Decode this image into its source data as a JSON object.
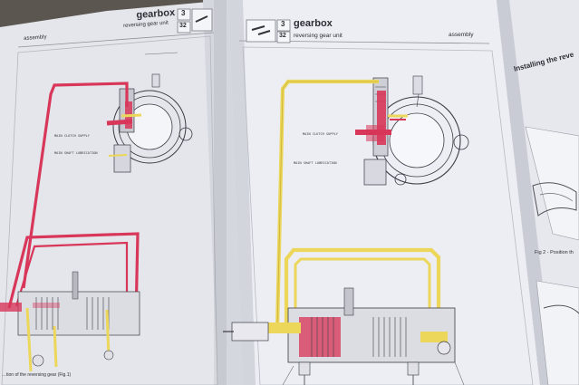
{
  "left_page": {
    "section_label": "assembly",
    "header_title": "gearbox",
    "header_subtitle": "reversing gear unit",
    "chapter_number": "3",
    "page_number": "32",
    "diagram_callouts": [
      "MAIN CLUTCH SUPPLY",
      "MAIN SHAFT LUBRICATION"
    ],
    "caption": "…tion of the reversing gear (Fig.1)"
  },
  "right_page": {
    "header_title": "gearbox",
    "header_subtitle": "reversing gear unit",
    "chapter_number": "3",
    "page_number": "32",
    "section_label": "assembly",
    "diagram_callouts": [
      "MAIN CLUTCH SUPPLY",
      "MAIN SHAFT LUBRICATION"
    ]
  },
  "next_page": {
    "heading": "Installing the reve",
    "caption": "Fig 2 - Position th"
  },
  "colors": {
    "paper": "#eceef4",
    "background": "#6a645c",
    "oil_pressure_line": "#d8375a",
    "lubrication_line": "#ecd75a"
  }
}
